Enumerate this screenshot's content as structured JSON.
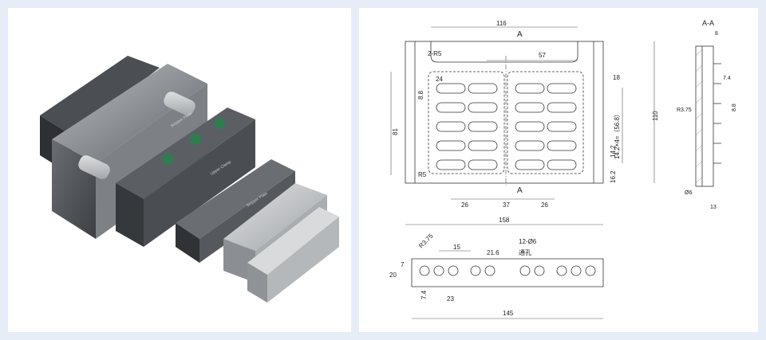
{
  "photo": {
    "caption": "3D render of stamping die assembly with guide pillars and springs",
    "plate_label_1": "Stripper Plate",
    "plate_label_2": "Upper Clamp",
    "plate_label_3": "Stripper Plate"
  },
  "drawing": {
    "section_title": "A-A",
    "section_marker": "A",
    "hole_note": "12-Ø6",
    "through_hole": "通孔",
    "top_view": {
      "width": "116",
      "slot_width": "57",
      "overall_width": "158",
      "overall_height": "110",
      "inner_height": "81",
      "corner_radius": "2-R5",
      "slot_len": "24",
      "offset_top": "18",
      "pitch_note": "14.2×4=（56.8）",
      "pitch": "14.2",
      "bottom_offset": "16.2",
      "side_pitch": "8.8",
      "radius_5": "R5",
      "spacing_26_left": "26",
      "spacing_37": "37",
      "spacing_26_right": "26"
    },
    "side_view": {
      "top_width": "8",
      "depth": "7.4",
      "radius": "R3.75",
      "pitch": "8.8",
      "hole": "Ø6",
      "bottom_width": "13"
    },
    "front_view": {
      "radius": "R3.75",
      "dim_15": "15",
      "dim_21_6": "21.6",
      "height": "20",
      "top_offset": "7",
      "depth": "7.4",
      "dim_23": "23",
      "length": "145"
    }
  }
}
